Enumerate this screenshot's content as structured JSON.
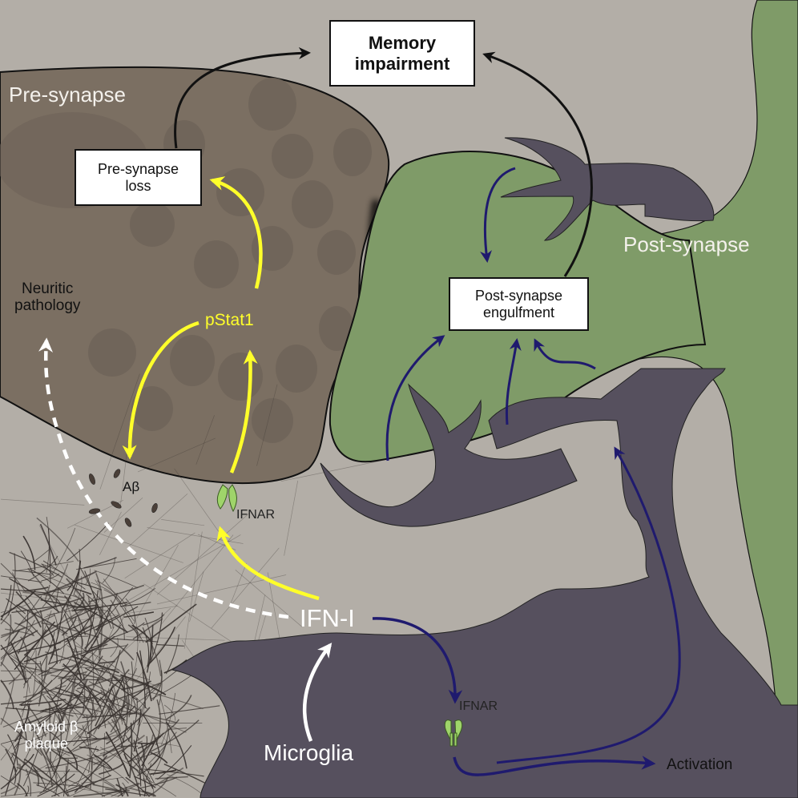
{
  "colors": {
    "background": "#b3aea7",
    "presynapse": "#7b6f62",
    "vesicle": "#6f6459",
    "postsynapse": "#7f9b68",
    "microglia": "#56505e",
    "plaque": "#3a3431",
    "yellow_arrow": "#ffff2a",
    "blue_arrow": "#1f1a6e",
    "receptor": "#9fd46a"
  },
  "labels": {
    "presynapse": "Pre-synapse",
    "postsynapse": "Post-synapse",
    "neuritic_line1": "Neuritic",
    "neuritic_line2": "pathology",
    "pstat1": "pStat1",
    "abeta": "Aβ",
    "ifnar_pre": "IFNAR",
    "ifnar_micro": "IFNAR",
    "ifn": "IFN-I",
    "microglia": "Microglia",
    "plaque_line1": "Amyloid β",
    "plaque_line2": "plaque",
    "activation": "Activation"
  },
  "boxes": {
    "memory": {
      "line1": "Memory",
      "line2": "impairment"
    },
    "pre_loss": {
      "line1": "Pre-synapse",
      "line2": "loss"
    },
    "post_engulf": {
      "line1": "Post-synapse",
      "line2": "engulfment"
    }
  },
  "icons": {
    "receptor": "ifnar-receptor-icon",
    "abeta_fragment": "abeta-fragment-icon"
  }
}
